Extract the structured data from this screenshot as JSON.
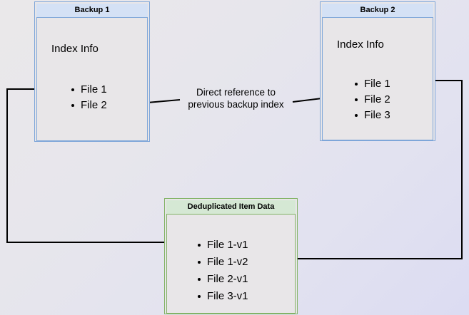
{
  "diagram": {
    "title_hidden": "Backup deduplication reference diagram",
    "background": {
      "from": "#e9e7e9",
      "to": "#dcdcf2"
    },
    "boxes": [
      {
        "id": "backup1",
        "header": "Backup 1",
        "header_color": "#d4e1f5",
        "border_color": "#7ea6d9",
        "body_color": "#e8e6e8",
        "section_label": "Index Info",
        "items": [
          "File 1",
          "File 2"
        ]
      },
      {
        "id": "backup2",
        "header": "Backup 2",
        "header_color": "#d4e1f5",
        "border_color": "#7ea6d9",
        "body_color": "#e8e6e8",
        "section_label": "Index Info",
        "items": [
          "File 1",
          "File 2",
          "File 3"
        ]
      },
      {
        "id": "dedup",
        "header": "Deduplicated Item Data",
        "header_color": "#d5e8d4",
        "border_color": "#82b366",
        "body_color": "#e8e6e8",
        "items": [
          "File 1-v1",
          "File 1-v2",
          "File 2-v1",
          "File 3-v1"
        ]
      }
    ],
    "annotations": [
      {
        "id": "direct-reference",
        "line1": "Direct reference to",
        "line2": "previous backup index"
      }
    ],
    "connectors": [
      {
        "id": "backup1-file1-to-dedup",
        "from": "Backup 1 / File 1",
        "to": "Deduplicated Item Data / File 1-v1",
        "arrow": "end"
      },
      {
        "id": "backup2-file1-to-dedup",
        "from": "Backup 2 / File 1",
        "to": "Deduplicated Item Data / File 1-v2",
        "arrow": "end"
      },
      {
        "id": "backup2-index-to-backup1-index",
        "from": "Backup 2 / File 2",
        "to": "Backup 1 / File 2",
        "arrow": "end"
      }
    ]
  }
}
